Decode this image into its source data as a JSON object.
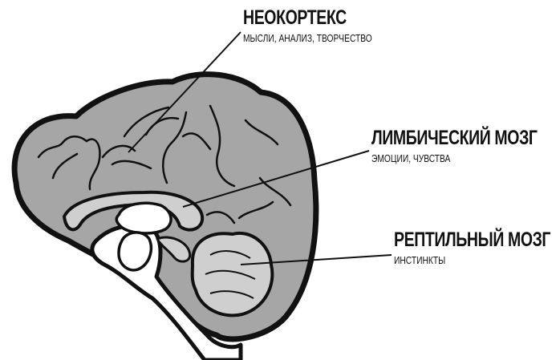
{
  "regions": [
    {
      "id": "neocortex",
      "title": "НЕОКОРТЕКС",
      "subtitle": "МЫСЛИ, АНАЛИЗ, ТВОРЧЕСТВО"
    },
    {
      "id": "limbic",
      "title": "ЛИМБИЧЕСКИЙ МОЗГ",
      "subtitle": "ЭМОЦИИ, ЧУВСТВА"
    },
    {
      "id": "reptilian",
      "title": "РЕПТИЛЬНЫЙ МОЗГ",
      "subtitle": "ИНСТИНКТЫ"
    }
  ],
  "colors": {
    "cortex_fill": "#a6a6a6",
    "limbic_fill": "#cfcfcf",
    "reptilian_fill": "#cfcfcf",
    "white_fill": "#ffffff",
    "outline": "#111111",
    "text": "#111111"
  }
}
